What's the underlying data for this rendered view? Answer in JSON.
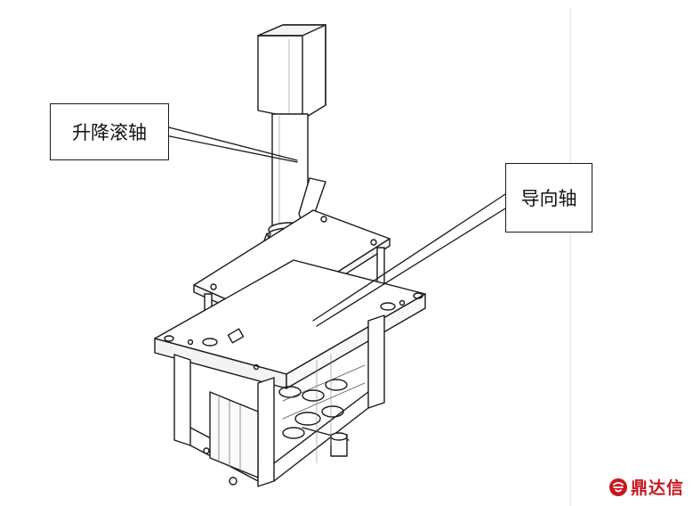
{
  "diagram": {
    "callouts": [
      {
        "id": "lift-roller-shaft",
        "text": "升降滚轴"
      },
      {
        "id": "guide-shaft",
        "text": "导向轴"
      }
    ],
    "colors": {
      "line": "#1a1a1a",
      "background": "#ffffff",
      "watermark": "#c8161d"
    }
  },
  "watermark": {
    "text": "鼎达信",
    "icon": "logo-seal-icon"
  }
}
